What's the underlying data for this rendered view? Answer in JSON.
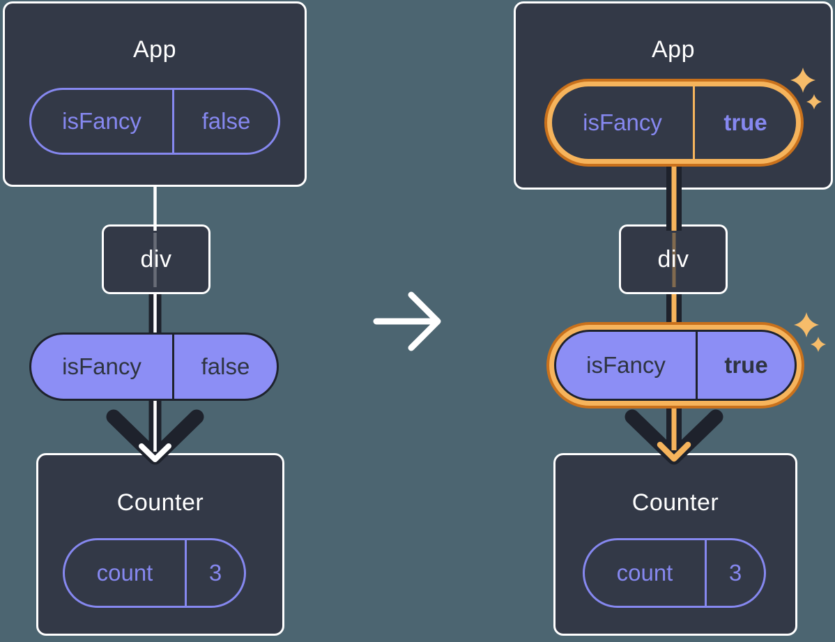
{
  "diagram": {
    "description_icon": "arrow-right-icon",
    "left": {
      "app": {
        "title": "App",
        "prop_name": "isFancy",
        "prop_value": "false"
      },
      "div_label": "div",
      "passed_prop": {
        "name": "isFancy",
        "value": "false"
      },
      "counter": {
        "title": "Counter",
        "state_name": "count",
        "state_value": "3"
      }
    },
    "right": {
      "app": {
        "title": "App",
        "prop_name": "isFancy",
        "prop_value": "true"
      },
      "div_label": "div",
      "passed_prop": {
        "name": "isFancy",
        "value": "true"
      },
      "counter": {
        "title": "Counter",
        "state_name": "count",
        "state_value": "3"
      }
    },
    "colors": {
      "background": "#4C6571",
      "panel_fill": "#333947",
      "panel_border": "#FFFFFF",
      "purple": "#8688F0",
      "purple_pill_fill": "#8C8EF5",
      "dark_line": "#1E222C",
      "orange_dark": "#C9711C",
      "orange_light": "#F6B45C",
      "sparkle": "#F6BC6A",
      "dark_text": "#2E3440"
    }
  }
}
